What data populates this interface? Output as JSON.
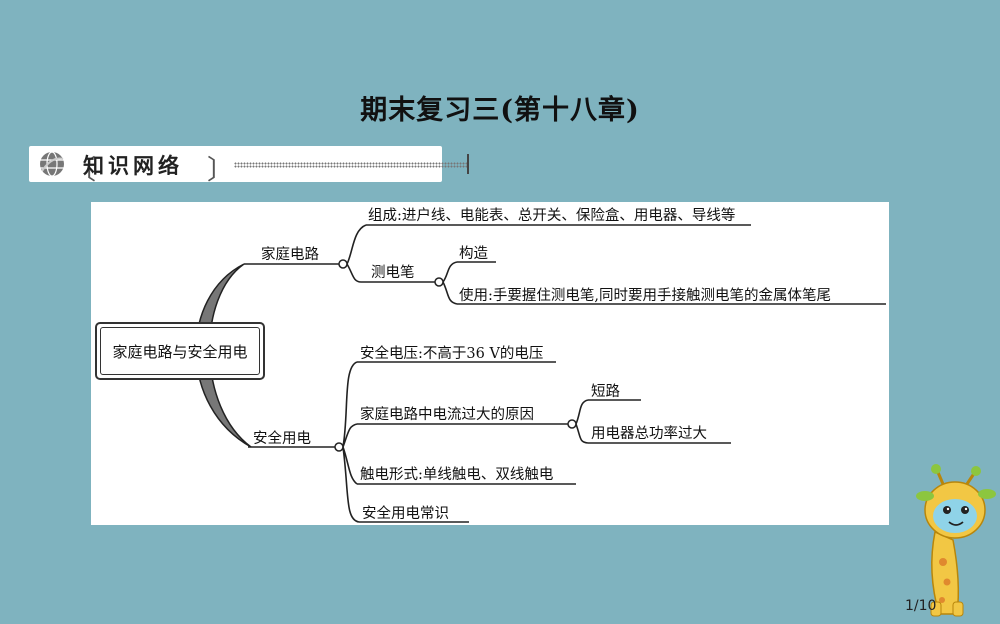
{
  "page": {
    "title": "期末复习三(第十八章)",
    "section_label": "知识网络",
    "page_number": "1/10"
  },
  "colors": {
    "background": "#7fb3bf",
    "panel": "#ffffff",
    "line": "#222222",
    "arc_fill": "#777777"
  },
  "mindmap": {
    "root": "家庭电路与安全用电",
    "branch_home": {
      "label": "家庭电路",
      "composition": "组成:进户线、电能表、总开关、保险盒、用电器、导线等",
      "pen": {
        "label": "测电笔",
        "structure": "构造",
        "usage": "使用:手要握住测电笔,同时要用手接触测电笔的金属体笔尾"
      }
    },
    "branch_safety": {
      "label": "安全用电",
      "voltage": "安全电压:不高于36 V的电压",
      "cause": {
        "label": "家庭电路中电流过大的原因",
        "short": "短路",
        "overload": "用电器总功率过大"
      },
      "shock": "触电形式:单线触电、双线触电",
      "knowledge": "安全用电常识"
    }
  },
  "icons": {
    "section": "globe-icon",
    "mascot": "giraffe-icon"
  }
}
